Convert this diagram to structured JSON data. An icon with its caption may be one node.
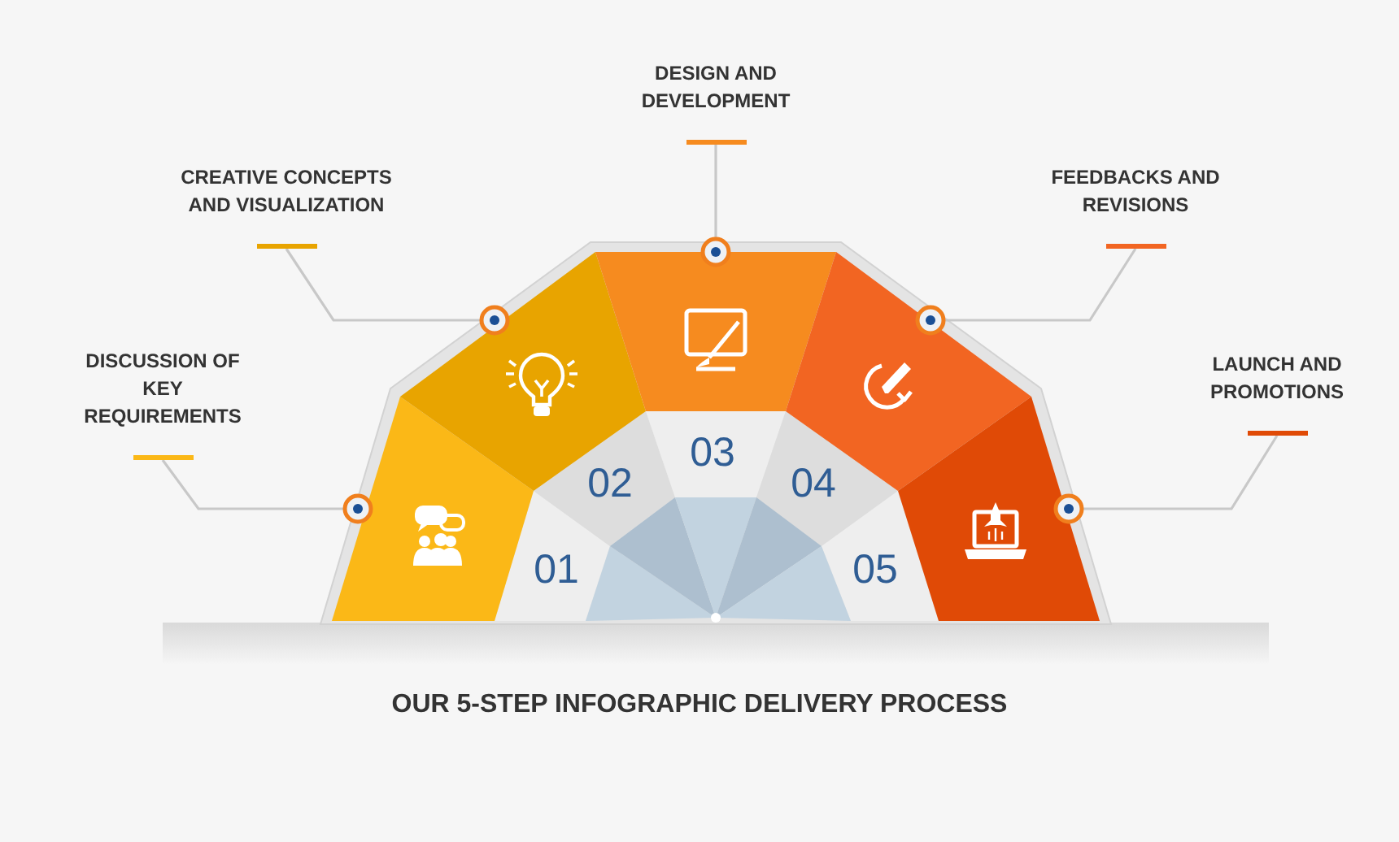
{
  "diagram": {
    "title": "OUR 5-STEP INFOGRAPHIC DELIVERY PROCESS",
    "nodes": [
      {
        "text": [
          "DISCUSSION OF KEY REQUIREMENTS"
        ]
      },
      {
        "text": [
          "CREATIVE CONCEPTS AND VISUALIZATION"
        ]
      },
      {
        "text": [
          "DESIGN AND DEVELOPMENT"
        ]
      },
      {
        "text": [
          "FEEDBACKS AND REVISIONS"
        ]
      },
      {
        "text": [
          "LAUNCH AND PROMOTIONS"
        ]
      },
      {
        "text": [],
        "shape": "box"
      },
      {
        "text": [],
        "shape": "box"
      },
      {
        "text": [],
        "shape": "box"
      },
      {
        "text": [],
        "shape": "box"
      },
      {
        "text": [],
        "shape": "box"
      }
    ],
    "edges": [
      {
        "from": 0,
        "to": 5,
        "arrow": "other"
      },
      {
        "from": 1,
        "to": 6,
        "arrow": "other"
      },
      {
        "from": 2,
        "to": 7,
        "arrow": "other"
      },
      {
        "from": 3,
        "to": 8,
        "arrow": "other"
      },
      {
        "from": 4,
        "to": 9,
        "arrow": "other"
      }
    ],
    "labels": [
      "01",
      "02",
      "03",
      "04",
      "05"
    ]
  }
}
